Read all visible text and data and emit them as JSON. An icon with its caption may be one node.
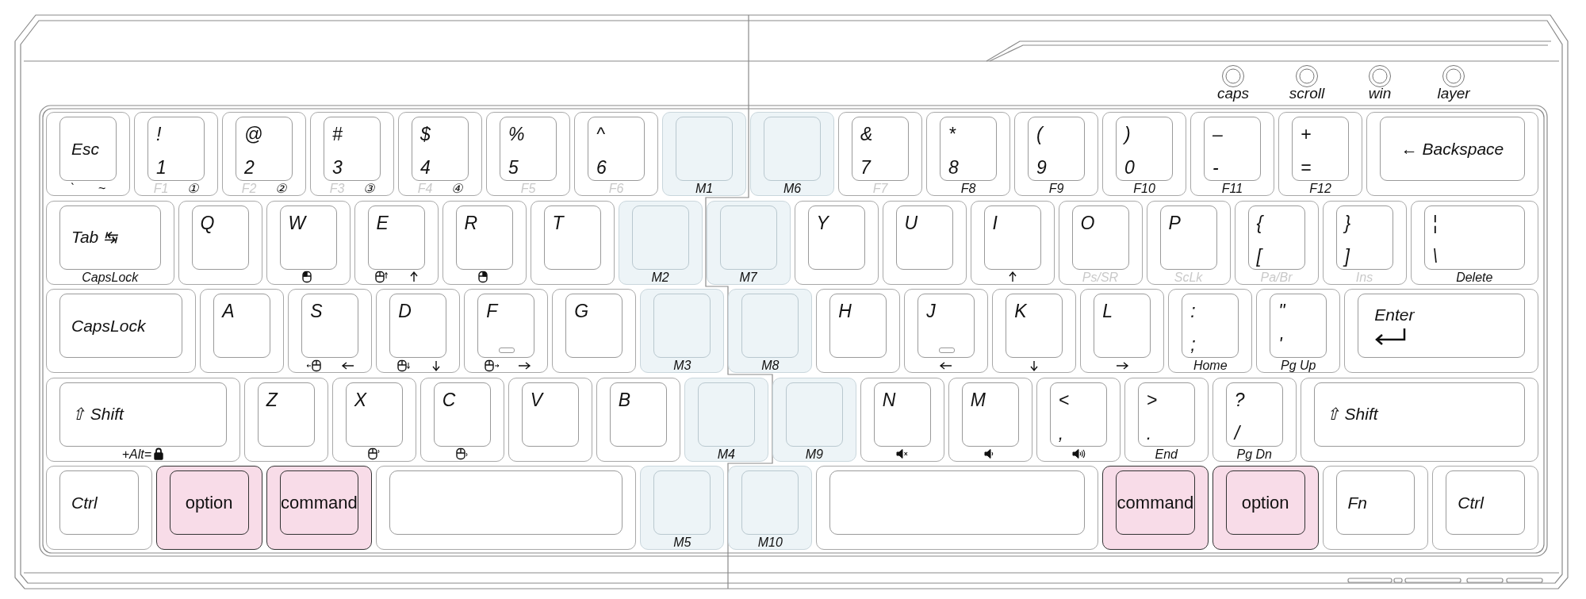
{
  "diagram": {
    "nodes": [
      {
        "text": [],
        "shape": "circle",
        "beside": [
          "caps"
        ]
      },
      {
        "text": [],
        "shape": "circle",
        "beside": [
          "scroll"
        ]
      },
      {
        "text": [],
        "shape": "circle",
        "beside": [
          "win"
        ]
      },
      {
        "text": [],
        "shape": "circle",
        "beside": [
          "layer"
        ]
      },
      {
        "text": [
          "Esc",
          "`",
          "~"
        ]
      },
      {
        "text": [
          "!",
          "1",
          "F1",
          "①"
        ]
      },
      {
        "text": [
          "@",
          "2",
          "F2",
          "②"
        ]
      },
      {
        "text": [
          "#",
          "3",
          "F3",
          "③"
        ]
      },
      {
        "text": [
          "$",
          "4",
          "F4",
          "④"
        ]
      },
      {
        "text": [
          "%",
          "5",
          "F5"
        ]
      },
      {
        "text": [
          "^",
          "6",
          "F6"
        ]
      },
      {
        "text": [
          "M1"
        ]
      },
      {
        "text": [
          "M6"
        ]
      },
      {
        "text": [
          "&",
          "7",
          "F7"
        ]
      },
      {
        "text": [
          "*",
          "8",
          "F8"
        ]
      },
      {
        "text": [
          "(",
          "9",
          "F9"
        ]
      },
      {
        "text": [
          ")",
          "0",
          "F10"
        ]
      },
      {
        "text": [
          "–",
          "-",
          "F11"
        ]
      },
      {
        "text": [
          "+",
          "=",
          "F12"
        ]
      },
      {
        "text": [
          "← Backspace"
        ]
      },
      {
        "text": [
          "Tab ↹",
          "CapsLock"
        ]
      },
      {
        "text": [
          "Q"
        ]
      },
      {
        "text": [
          "W"
        ]
      },
      {
        "text": [
          "E"
        ]
      },
      {
        "text": [
          "R"
        ]
      },
      {
        "text": [
          "T"
        ]
      },
      {
        "text": [
          "M2"
        ]
      },
      {
        "text": [
          "M7"
        ]
      },
      {
        "text": [
          "Y"
        ]
      },
      {
        "text": [
          "U"
        ]
      },
      {
        "text": [
          "I"
        ]
      },
      {
        "text": [
          "O",
          "Ps/SR"
        ]
      },
      {
        "text": [
          "P",
          "ScLk"
        ]
      },
      {
        "text": [
          "{",
          "[",
          "Pa/Br"
        ]
      },
      {
        "text": [
          "}",
          "]",
          "Ins"
        ]
      },
      {
        "text": [
          "¦",
          "\\",
          "Delete"
        ]
      },
      {
        "text": [
          "CapsLock"
        ]
      },
      {
        "text": [
          "A"
        ]
      },
      {
        "text": [
          "S"
        ]
      },
      {
        "text": [
          "D"
        ]
      },
      {
        "text": [
          "F"
        ]
      },
      {
        "text": [
          "G"
        ]
      },
      {
        "text": [
          "M3"
        ]
      },
      {
        "text": [
          "M8"
        ]
      },
      {
        "text": [
          "H"
        ]
      },
      {
        "text": [
          "J"
        ]
      },
      {
        "text": [
          "K"
        ]
      },
      {
        "text": [
          "L"
        ]
      },
      {
        "text": [
          ":",
          ";",
          "Home"
        ]
      },
      {
        "text": [
          "\"",
          "'",
          "Pg Up"
        ]
      },
      {
        "text": [
          "Enter"
        ]
      },
      {
        "text": [
          "⇧ Shift",
          "+Alt="
        ]
      },
      {
        "text": [
          "Z"
        ]
      },
      {
        "text": [
          "X"
        ]
      },
      {
        "text": [
          "C"
        ]
      },
      {
        "text": [
          "V"
        ]
      },
      {
        "text": [
          "B"
        ]
      },
      {
        "text": [
          "M4"
        ]
      },
      {
        "text": [
          "M9"
        ]
      },
      {
        "text": [
          "N"
        ]
      },
      {
        "text": [
          "M"
        ]
      },
      {
        "text": [
          "<",
          ","
        ]
      },
      {
        "text": [
          ">",
          ".",
          "End"
        ]
      },
      {
        "text": [
          "?",
          "/",
          "Pg Dn"
        ]
      },
      {
        "text": [
          "⇧ Shift"
        ]
      },
      {
        "text": [
          "Ctrl"
        ]
      },
      {
        "text": [
          "option"
        ]
      },
      {
        "text": [
          "command"
        ]
      },
      {
        "text": [],
        "shape": "box"
      },
      {
        "text": [
          "M5"
        ]
      },
      {
        "text": [
          "M10"
        ]
      },
      {
        "text": [],
        "shape": "box"
      },
      {
        "text": [
          "command"
        ]
      },
      {
        "text": [
          "option"
        ]
      },
      {
        "text": [
          "Fn"
        ]
      },
      {
        "text": [
          "Ctrl"
        ]
      }
    ]
  }
}
